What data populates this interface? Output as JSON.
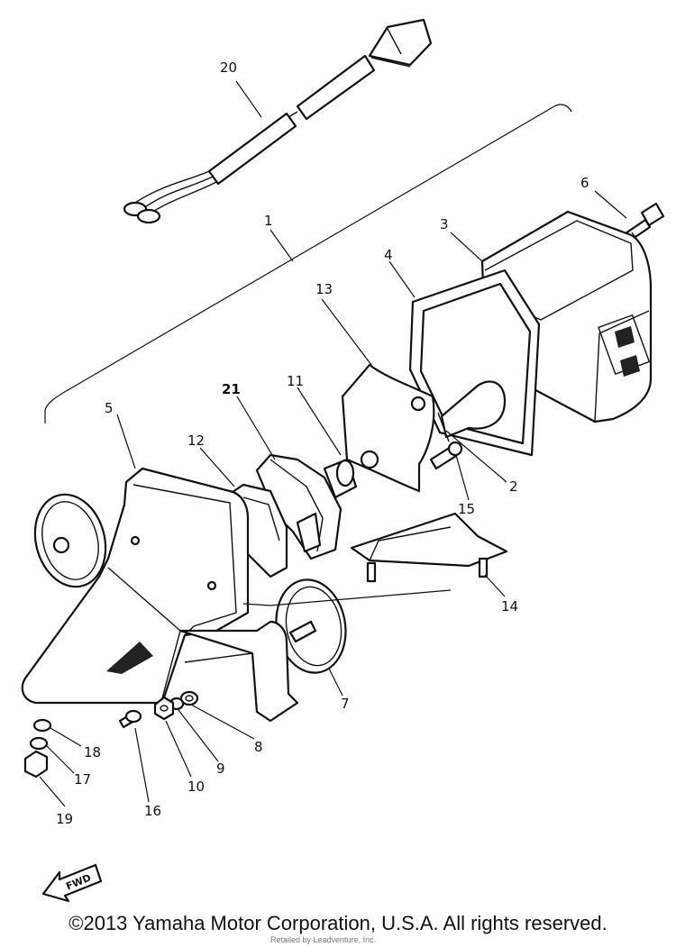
{
  "callouts": {
    "c1": "1",
    "c2": "2",
    "c3": "3",
    "c4": "4",
    "c5": "5",
    "c6": "6",
    "c7": "7",
    "c8": "8",
    "c9": "9",
    "c10": "10",
    "c11": "11",
    "c12": "12",
    "c13": "13",
    "c14": "14",
    "c15": "15",
    "c16": "16",
    "c17": "17",
    "c18": "18",
    "c19": "19",
    "c20": "20",
    "c21": "21"
  },
  "fwd_label": "FWD",
  "copyright": "©2013 Yamaha Motor Corporation, U.S.A. All rights reserved.",
  "watermark": "Retailed by Leadventure, Inc."
}
